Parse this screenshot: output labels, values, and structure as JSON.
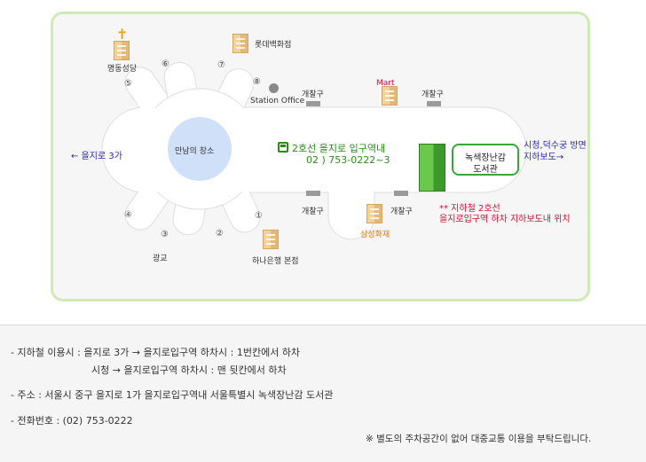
{
  "map": {
    "plaza": "만남의 장소",
    "station_title": "2호선 을지로 입구역내",
    "station_phone": "02 ) 753-0222~3",
    "library_line1": "녹색장난감",
    "library_line2": "도서관",
    "note_line1": "** 지하철 2호선",
    "note_line2": "을지로입구역 하차  지하보도내  위치",
    "left_direction": "← 을지로 3가",
    "right_direction_line1": "시청,덕수궁 방면",
    "right_direction_line2": "지하보도→",
    "landmarks": {
      "cathedral": "명동성당",
      "lotte": "롯데백화점",
      "station_office": "Station Office",
      "mart": "Mart",
      "samsung": "삼성화재",
      "hana": "하나은행 본점",
      "gwanggyo": "광교"
    },
    "gate_label": "개찰구",
    "exits": [
      "①",
      "②",
      "③",
      "④",
      "⑤",
      "⑥",
      "⑦",
      "⑧"
    ]
  },
  "info": {
    "subway_label": "- 지하철 이용시 : 을지로 3가 → 을지로입구역 하차시 : 1번칸에서 하차",
    "subway_label2": "시청 → 을지로입구역 하차시 : 맨 뒷칸에서 하차",
    "address": "- 주소 : 서울시 중구 을지로 1가 을지로입구역내 서울특별시 녹색장난감 도서관",
    "phone": "- 전화번호 : (02) 753-0222",
    "parking_note": "※ 별도의 주차공간이 없어 대중교통 이용을 부탁드립니다."
  },
  "colors": {
    "frame_border": "#cfe9b8",
    "library_green": "#3aa53a",
    "plaza_blue": "#cfe0f8"
  }
}
